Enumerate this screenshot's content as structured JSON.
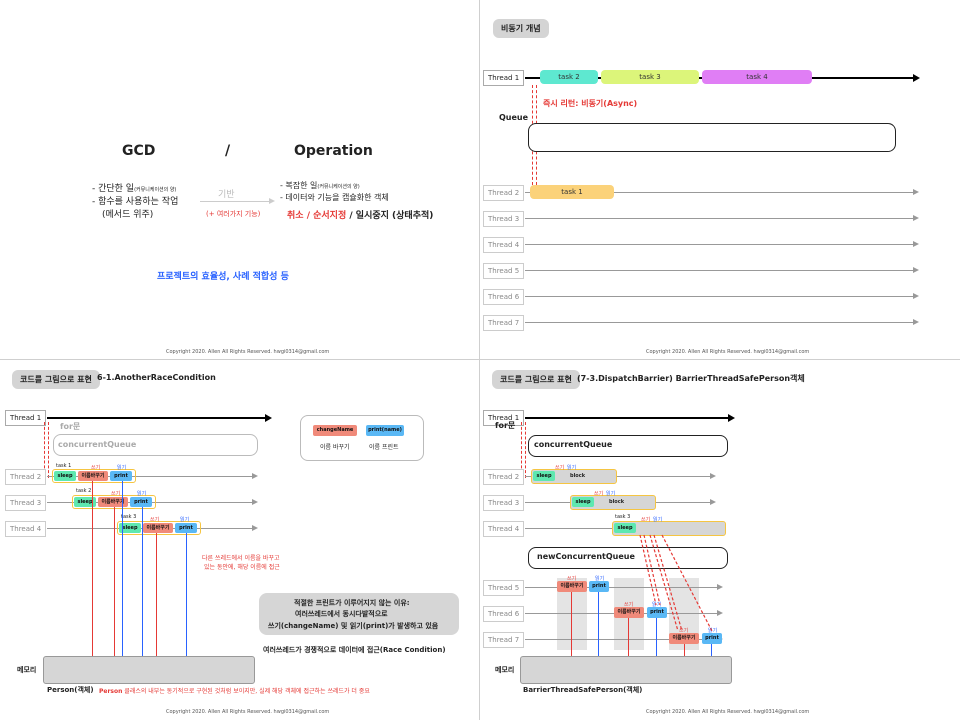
{
  "slide1": {
    "left_title": "GCD",
    "slash": "/",
    "right_title": "Operation",
    "left_items": [
      "- 간단한 일",
      "- 함수를 사용하는 작업",
      "(메서드 위주)"
    ],
    "left_item1_note": "(커뮤니케이션의 양)",
    "middle_label": "기반",
    "middle_note": "(+ 여러가지 기능)",
    "right_items": [
      "- 복잡한 일",
      "- 데이터와 기능을 캡슐화한 객체"
    ],
    "right_item1_note": "(커뮤니케이션의 양)",
    "red_line": "취소 / 순서지정",
    "black_line": " / 일시중지 (상태추적)",
    "conclusion": "프로젝트의 효율성, 사례 적합성 등",
    "footer": "Copyright 2020. Allen All Rights Reserved.  hwgi0314@gmail.com"
  },
  "slide2": {
    "header": "비동기 개념",
    "threads": [
      "Thread 1",
      "Thread 2",
      "Thread 3",
      "Thread 4",
      "Thread 5",
      "Thread 6",
      "Thread 7"
    ],
    "tasks": [
      "task 2",
      "task 3",
      "task 4",
      "task 1"
    ],
    "async_note": "즉시 리턴: 비동기(Async)",
    "queue_label": "Queue",
    "footer": "Copyright 2020. Allen All Rights Reserved.  hwgi0314@gmail.com"
  },
  "slide3": {
    "header": "코드를 그림으로 표현",
    "title": "6-1.AnotherRaceCondition",
    "threads": [
      "Thread 1",
      "Thread 2",
      "Thread 3",
      "Thread 4"
    ],
    "for_label": "for문",
    "queue_label": "concurrentQueue",
    "legend": {
      "a": "changeName",
      "b": "print(name)",
      "a_label": "이름 바꾸기",
      "b_label": "이름 프린트"
    },
    "task_labels": [
      "task 1",
      "task 2",
      "task 3"
    ],
    "sleep": "sleep",
    "write_label": "쓰기",
    "read_label": "읽기",
    "rename": "이름바꾸기",
    "print": "print",
    "red_note": [
      "다른 쓰레드에서 이름을 바꾸고",
      "있는 동안에, 해당 이름에 접근"
    ],
    "gray_box": [
      "적절한 프린트가 이루어지지 않는 이유:",
      "여러쓰레드에서 동시다발적으로",
      "쓰기(changeName) 및 읽기(print)가 발생하고 있음"
    ],
    "race_line": "여러쓰레드가 경쟁적으로 데이터에 접근(Race Condition)",
    "memory_label": "메모리",
    "person_label": "Person(객체)",
    "bottom_red_bold": "Person",
    "bottom_red": " 클래스의 내부는 동기적으로 구현된 것처럼 보이지만, 실제 해당 객체에 접근하는 쓰레드가 더 중요",
    "footer": "Copyright 2020. Allen All Rights Reserved.  hwgi0314@gmail.com"
  },
  "slide4": {
    "header": "코드를 그림으로 표현",
    "title": "(7-3.DispatchBarrier) BarrierThreadSafePerson객체",
    "threads": [
      "Thread 1",
      "Thread 2",
      "Thread 3",
      "Thread 4",
      "Thread 5",
      "Thread 6",
      "Thread 7"
    ],
    "for_label": "for문",
    "queue1": "concurrentQueue",
    "queue2": "newConcurrentQueue",
    "task3": "task 3",
    "sleep": "sleep",
    "block": "block",
    "write_label": "쓰기",
    "read_label": "읽기",
    "rename": "이름바꾸기",
    "print": "print",
    "memory_label": "메모리",
    "object_label": "BarrierThreadSafePerson(객체)",
    "footer": "Copyright 2020. Allen All Rights Reserved.  hwgi0314@gmail.com"
  }
}
